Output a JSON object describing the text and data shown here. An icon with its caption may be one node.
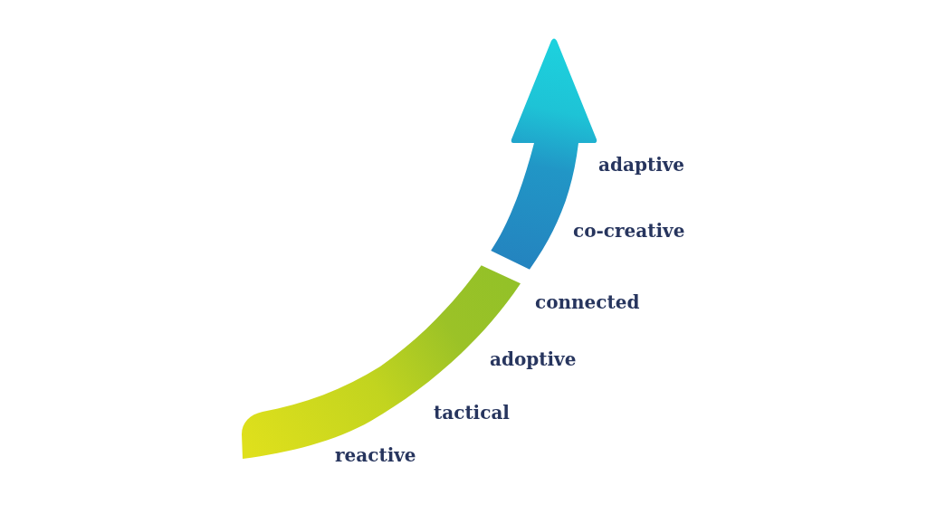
{
  "diagram": {
    "labels": [
      "adaptive",
      "co-creative",
      "connected",
      "adoptive",
      "tactical",
      "reactive"
    ]
  }
}
